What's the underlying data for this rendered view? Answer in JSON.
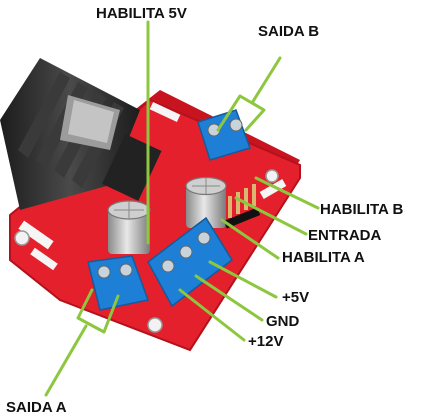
{
  "labels": {
    "habilita_5v": "HABILITA 5V",
    "saida_b": "SAIDA B",
    "habilita_b": "HABILITA B",
    "entrada": "ENTRADA",
    "habilita_a": "HABILITA A",
    "plus_5v": "+5V",
    "gnd": "GND",
    "plus_12v": "+12V",
    "saida_a": "SAIDA A"
  },
  "colors": {
    "leader_line": "#8DC63F",
    "board": "#E4202C",
    "terminal_block": "#1E7FD6",
    "heatsink": "#2B2B2B",
    "label_text": "#111111"
  }
}
